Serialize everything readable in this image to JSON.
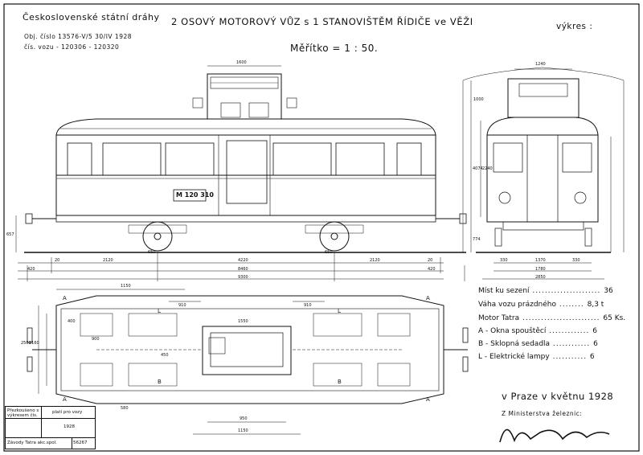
{
  "header": {
    "railway": "Československé státní dráhy",
    "title": "2 OSOVÝ MOTOROVÝ VŮZ s 1 STANOVIŠTĚM ŘÍDIČE ve VĚŽI",
    "drawing_label": "výkres :",
    "order_no": "Obj. číslo 13576-V/5 30/IV 1928",
    "car_numbers": "čís. vozu - 120306 - 120320",
    "scale": "Měřítko = 1 : 50."
  },
  "car_marking": "M 120 310",
  "dimensions": {
    "side_top": "1600",
    "side_bottom": [
      "20",
      "2120",
      "4220",
      "2120",
      "20"
    ],
    "side_ends": [
      "420",
      "420"
    ],
    "overall_length": "8460",
    "total": "9300",
    "axle_left": "650",
    "axle_right": "650",
    "wheel_height": "657",
    "end_top": "1240",
    "end_heights": [
      "1000",
      "4074",
      "2240",
      "774"
    ],
    "end_bottom": [
      "330",
      "1370",
      "330"
    ],
    "end_width_1": "1780",
    "end_width_2": "2850",
    "plan_top": "1150",
    "plan_inner": [
      "910",
      "910"
    ],
    "plan_widths": [
      "2500",
      "2160"
    ],
    "plan_bottom": [
      "950",
      "1150"
    ],
    "plan_misc": [
      "400",
      "900",
      "450",
      "1550",
      "580"
    ]
  },
  "specs": [
    {
      "label": "Míst ku sezení",
      "value": "36"
    },
    {
      "label": "Váha vozu prázdného",
      "value": "8,3 t"
    },
    {
      "label": "Motor Tatra",
      "value": "65 Ks."
    },
    {
      "label": "A - Okna spouštěcí",
      "value": "6"
    },
    {
      "label": "B - Sklopná sedadla",
      "value": "6"
    },
    {
      "label": "L - Elektrické lampy",
      "value": "6"
    }
  ],
  "place_date": "v Praze v květnu 1928",
  "ministry": "Z Ministerstva železnic:",
  "stamp": {
    "row1_left": "Přezkoušeno s výkresem čís.",
    "row1_right": "platí pro vozy",
    "row2": "1928",
    "row3_left": "Závody Tatra akc.spol.",
    "row3_right": "56267"
  },
  "plan_labels": [
    "A",
    "A",
    "A",
    "A",
    "B",
    "B",
    "L",
    "L"
  ]
}
